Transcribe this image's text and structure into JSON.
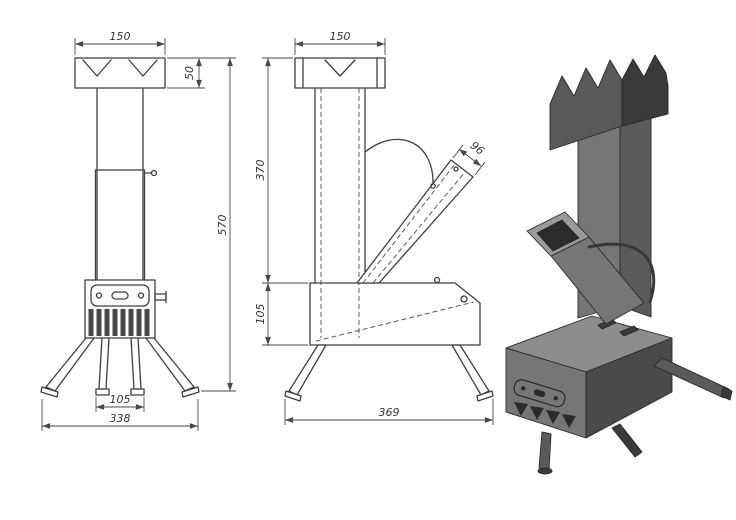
{
  "drawing": {
    "front_view": {
      "dim_top_width": "150",
      "dim_cap_height": "50",
      "dim_overall_height": "570",
      "dim_center_leg_spacing": "105",
      "dim_base_width": "338"
    },
    "side_view": {
      "dim_top_width": "150",
      "dim_chimney_height": "370",
      "dim_firebox_height": "105",
      "dim_base_depth": "369",
      "dim_feed_tube_width": "96"
    },
    "colors": {
      "background": "#ffffff",
      "line": "#3f3f3f",
      "metal_light": "#9a9a9a",
      "metal_top": "#8d8d8d",
      "metal_mid": "#767676",
      "metal_shadow": "#5a5a5a",
      "metal_deep": "#4a4a4a",
      "metal_dark": "#3a3a3a",
      "metal_ink": "#2b2b2b"
    }
  }
}
